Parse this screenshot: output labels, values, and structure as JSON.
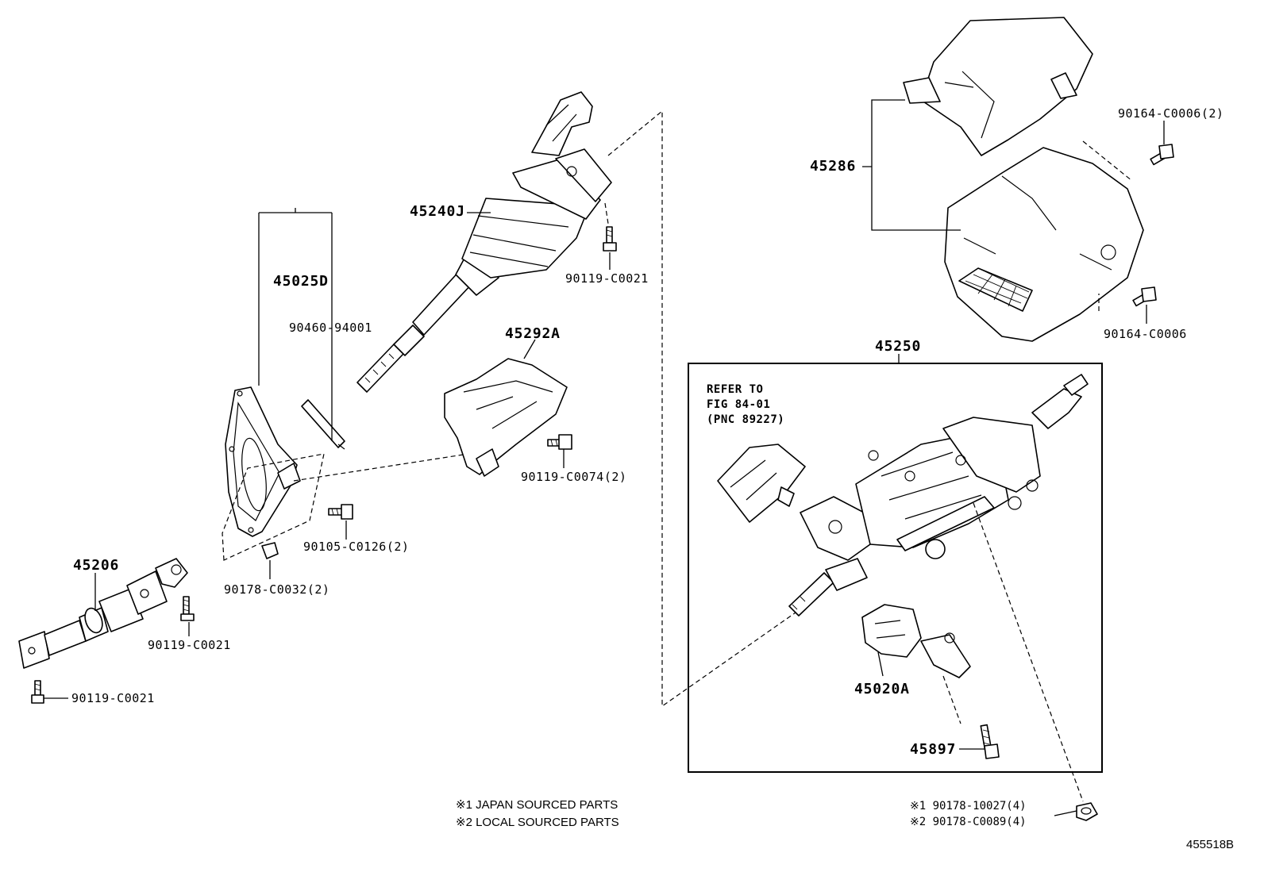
{
  "diagram_id": "455518B",
  "labels": {
    "p45240J": "45240J",
    "p90119_C0021_a": "90119-C0021",
    "p45025D": "45025D",
    "p90460_94001": "90460-94001",
    "p45292A": "45292A",
    "p90119_C0074": "90119-C0074(2)",
    "p90105_C0126": "90105-C0126(2)",
    "p90178_C0032": "90178-C0032(2)",
    "p45206": "45206",
    "p90119_C0021_b": "90119-C0021",
    "p90119_C0021_c": "90119-C0021",
    "p45286": "45286",
    "p90164_C0006_2": "90164-C0006(2)",
    "p90164_C0006": "90164-C0006",
    "p45250": "45250",
    "p45020A": "45020A",
    "p45897": "45897"
  },
  "refer_note": {
    "line1": "REFER TO",
    "line2": "FIG 84-01",
    "line3": "(PNC 89227)"
  },
  "footnotes": {
    "japan": "※1 JAPAN SOURCED PARTS",
    "local": "※2 LOCAL SOURCED PARTS",
    "nut_japan": "※1 90178-10027(4)",
    "nut_local": "※2 90178-C0089(4)"
  }
}
